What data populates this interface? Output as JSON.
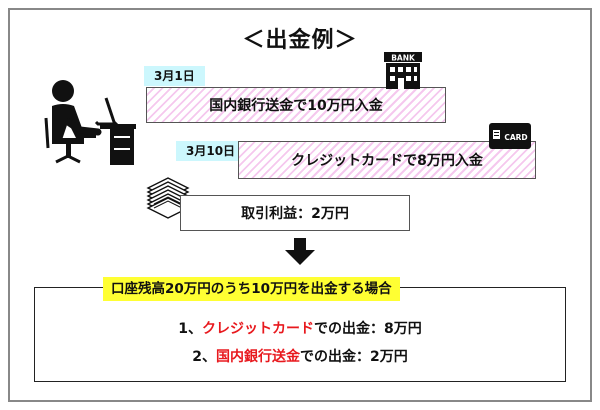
{
  "title": "＜出金例＞",
  "events": [
    {
      "date": "3月1日",
      "label": "国内銀行送金で10万円入金"
    },
    {
      "date": "3月10日",
      "label": "クレジットカードで8万円入金"
    }
  ],
  "profit_label": "取引利益：2万円",
  "bank_sign": "BANK",
  "card_text": "CARD",
  "result": {
    "heading": "口座残高20万円のうち10万円を出金する場合",
    "line1": {
      "prefix": "1、",
      "highlight": "クレジットカード",
      "suffix": "での出金：8万円"
    },
    "line2": {
      "prefix": "2、",
      "highlight": "国内銀行送金",
      "suffix": "での出金：2万円"
    }
  },
  "colors": {
    "date_badge": "#ccf7fd",
    "stripe": "#f5c8ee",
    "highlight": "#ffff33",
    "emphasis": "#e8191e",
    "frame": "#888888"
  }
}
